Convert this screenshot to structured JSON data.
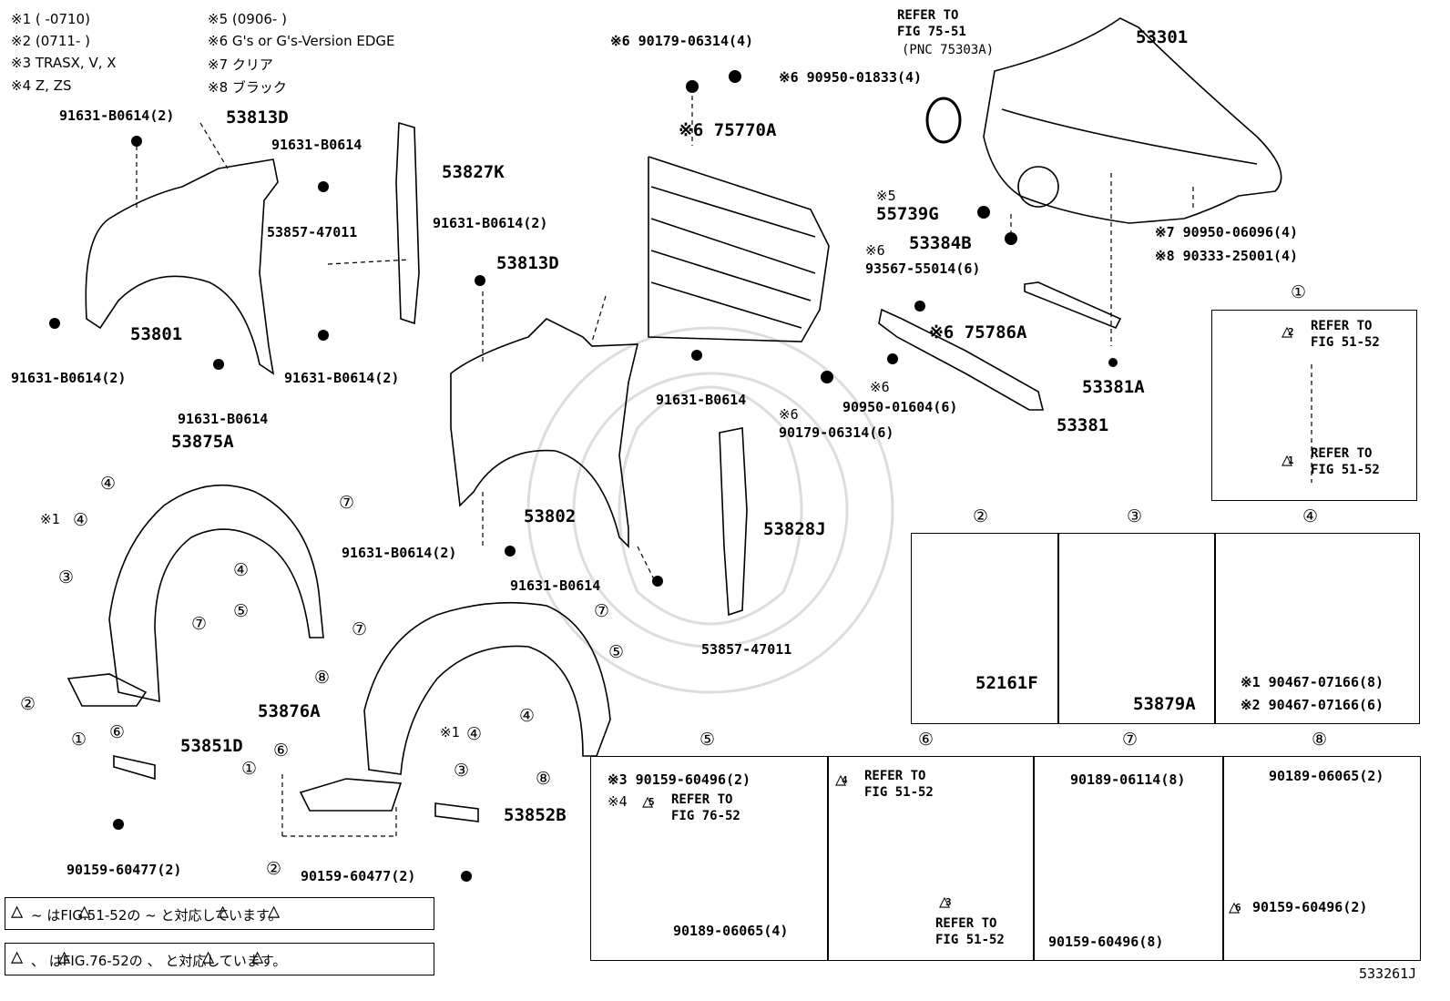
{
  "notes": [
    "※1 (      -0710)",
    "※2 (0711-       )",
    "※3 TRASX, V, X",
    "※4 Z, ZS",
    "※5 (0906-       )",
    "※6 G's or G's-Version EDGE",
    "※7 クリア",
    "※8 ブラック"
  ],
  "labels": {
    "p53301": "53301",
    "ref_75_51_a": "REFER TO",
    "ref_75_51_b": "FIG 75-51",
    "ref_75_51_c": "(PNC 75303A)",
    "p90179_06314_top": "※6 90179-06314(4)",
    "p90950_01833": "※6 90950-01833(4)",
    "p75770A": "※6 75770A",
    "p53813D_left": "53813D",
    "p91631_tl": "91631-B0614(2)",
    "p91631_tl2": "91631-B0614",
    "p53827K": "53827K",
    "p53857_47011_left": "53857-47011",
    "p53801": "53801",
    "p91631_bl": "91631-B0614(2)",
    "p91631_br": "91631-B0614(2)",
    "p91631_bottom": "91631-B0614",
    "p91631_mid2": "91631-B0614(2)",
    "p53813D_mid": "53813D",
    "p91631_mid": "91631-B0614",
    "s5": "※5",
    "p55739G": "55739G",
    "p53384B": "53384B",
    "s6a": "※6",
    "p93567": "93567-55014(6)",
    "p75786A": "※6 75786A",
    "s6b": "※6",
    "p90950_01604": "90950-01604(6)",
    "s6c": "※6",
    "p90179_06314_mid": "90179-06314(6)",
    "p90950_06096": "※7 90950-06096(4)",
    "p90333": "※8 90333-25001(4)",
    "p53381A": "53381A",
    "p53381": "53381",
    "p53875A": "53875A",
    "p53802": "53802",
    "p53828J": "53828J",
    "p91631_lower": "91631-B0614(2)",
    "p91631_lower2": "91631-B0614",
    "p53857_47011_mid": "53857-47011",
    "p53876A": "53876A",
    "p53851D": "53851D",
    "p53852B": "53852B",
    "p90159_left": "90159-60477(2)",
    "p90159_mid": "90159-60477(2)",
    "x1": "※1",
    "x1b": "※1",
    "code": "533261J"
  },
  "box1": {
    "num": "①",
    "r1a": "REFER TO",
    "r1b": "FIG 51-52",
    "t1": "2",
    "r2a": "REFER TO",
    "r2b": "FIG 51-52",
    "t2": "1"
  },
  "box2": {
    "num": "②",
    "part": "52161F"
  },
  "box3": {
    "num": "③",
    "part": "53879A"
  },
  "box4": {
    "num": "④",
    "p1": "※1 90467-07166(8)",
    "p2": "※2 90467-07166(6)"
  },
  "box5": {
    "num": "⑤",
    "p1": "※3 90159-60496(2)",
    "s4": "※4",
    "t": "5",
    "r1": "REFER TO",
    "r2": "FIG 76-52",
    "p2": "90189-06065(4)"
  },
  "box6": {
    "num": "⑥",
    "t1": "4",
    "r1a": "REFER TO",
    "r1b": "FIG 51-52",
    "t2": "3",
    "r2a": "REFER TO",
    "r2b": "FIG 51-52"
  },
  "box7": {
    "num": "⑦",
    "p1": "90189-06114(8)",
    "p2": "90159-60496(8)"
  },
  "box8": {
    "num": "⑧",
    "p1": "90189-06065(2)",
    "t": "6",
    "p2": "90159-60496(2)"
  },
  "legend": {
    "row1": "~     はFIG.51-52の     ~     と対応しています。",
    "row2": "、     はFIG.76-52の     、     と対応しています。"
  }
}
